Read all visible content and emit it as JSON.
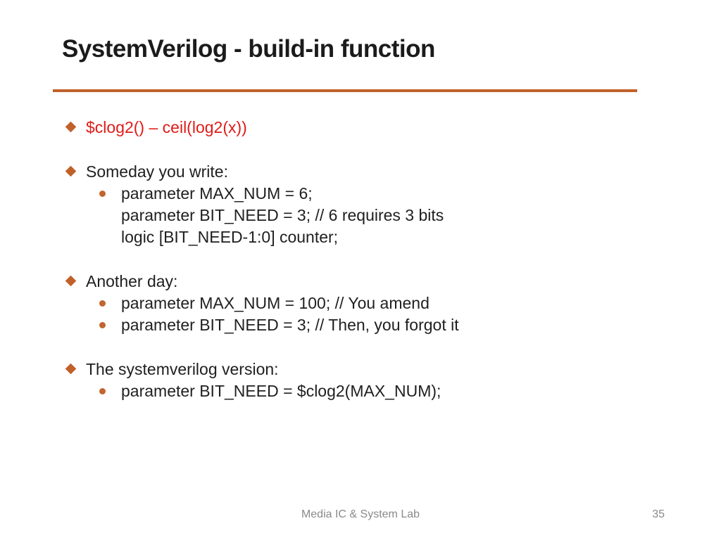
{
  "slide": {
    "title": "SystemVerilog - build-in function",
    "accent_color": "#C0612B",
    "highlight_color": "#E01B17",
    "footer": {
      "label": "Media IC & System Lab",
      "page_number": "35"
    },
    "bullets": [
      {
        "text": "$clog2() – ceil(log2(x))",
        "style": "red",
        "sub": []
      },
      {
        "text": "Someday you write:",
        "style": "normal",
        "sub": [
          {
            "bullet": true,
            "text": "parameter MAX_NUM = 6;"
          },
          {
            "bullet": false,
            "text": "parameter BIT_NEED = 3; // 6 requires 3 bits"
          },
          {
            "bullet": false,
            "text": "logic [BIT_NEED-1:0] counter;"
          }
        ]
      },
      {
        "text": "Another day:",
        "style": "normal",
        "sub": [
          {
            "bullet": true,
            "text": "parameter MAX_NUM = 100; // You amend"
          },
          {
            "bullet": true,
            "text": "parameter BIT_NEED = 3; // Then, you forgot it"
          }
        ]
      },
      {
        "text": "The systemverilog version:",
        "style": "normal",
        "sub": [
          {
            "bullet": true,
            "text": "parameter BIT_NEED = $clog2(MAX_NUM);"
          }
        ]
      }
    ]
  }
}
